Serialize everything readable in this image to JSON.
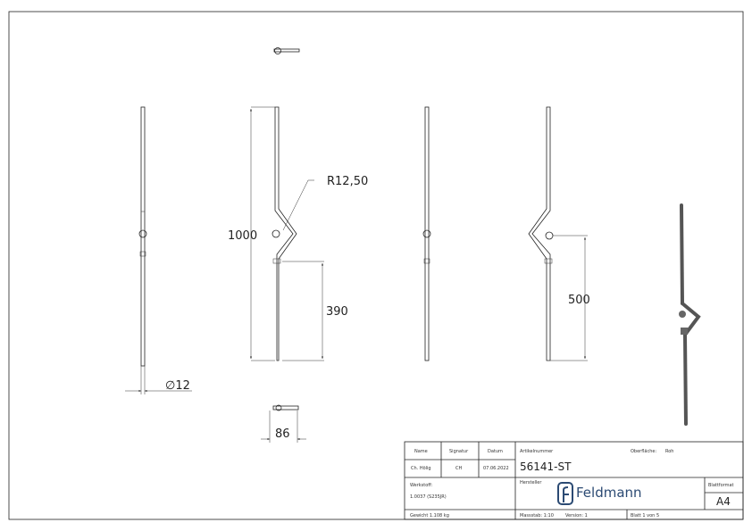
{
  "dimensions": {
    "diameter": "∅12",
    "length_total": "1000",
    "radius": "R12,50",
    "height_lower": "390",
    "height_ball": "500",
    "width": "86"
  },
  "title_block": {
    "name_label": "Name",
    "signature_label": "Signatur",
    "date_label": "Datum",
    "name_value": "Ch. Hölig",
    "signature_value": "CH",
    "date_value": "07.06.2022",
    "article_label": "Artikelnummer",
    "article_value": "56141-ST",
    "surface_label": "Oberfläche:",
    "surface_value": "Roh",
    "material_label": "Werkstoff:",
    "material_value": "1.0037 (S235JR)",
    "manufacturer_label": "Hersteller",
    "logo_text": "Feldmann",
    "format_label": "Blattformat",
    "format_value": "A4",
    "weight": "Gewicht 1.108 kg",
    "scale": "Massstab: 1:10",
    "version": "Version: 1",
    "sheet": "Blatt 1 von 5"
  },
  "colors": {
    "logo": "#2b4a73",
    "line": "#222222",
    "iso_rod": "#555555"
  }
}
